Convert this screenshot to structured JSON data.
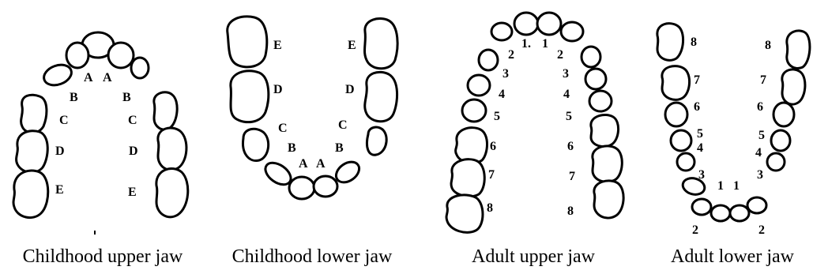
{
  "captions": {
    "childhood_upper": "Childhood upper jaw",
    "childhood_lower": "Childhood lower jaw",
    "adult_upper": "Adult upper jaw",
    "adult_lower": "Adult lower jaw"
  },
  "labels": {
    "childhood_upper": {
      "A_left": "A",
      "A_right": "A",
      "B_left": "B",
      "B_right": "B",
      "C_left": "C",
      "C_right": "C",
      "D_left": "D",
      "D_right": "D",
      "E_left": "E",
      "E_right": "E"
    },
    "childhood_lower": {
      "E_left": "E",
      "E_right": "E",
      "D_left": "D",
      "D_right": "D",
      "C_left": "C",
      "C_right": "C",
      "B_left": "B",
      "B_right": "B",
      "A_left": "A",
      "A_right": "A"
    },
    "adult_upper": {
      "n1_left": "1.",
      "n1_right": "1",
      "n2_left": "2",
      "n2_right": "2",
      "n3_left": "3",
      "n3_right": "3",
      "n4_left": "4",
      "n4_right": "4",
      "n5_left": "5",
      "n5_right": "5",
      "n6_left": "6",
      "n6_right": "6",
      "n7_left": "7",
      "n7_right": "7",
      "n8_left": "8",
      "n8_right": "8"
    },
    "adult_lower": {
      "n8_left": "8",
      "n8_right": "8",
      "n7_left": "7",
      "n7_right": "7",
      "n6_left": "6",
      "n6_right": "6",
      "n5_left": "5",
      "n5_right": "5",
      "n4_left": "4",
      "n4_right": "4",
      "n3_left": "3",
      "n3_right": "3",
      "n1_left": "1",
      "n1_right": "1",
      "n2_left": "2",
      "n2_right": "2"
    }
  }
}
